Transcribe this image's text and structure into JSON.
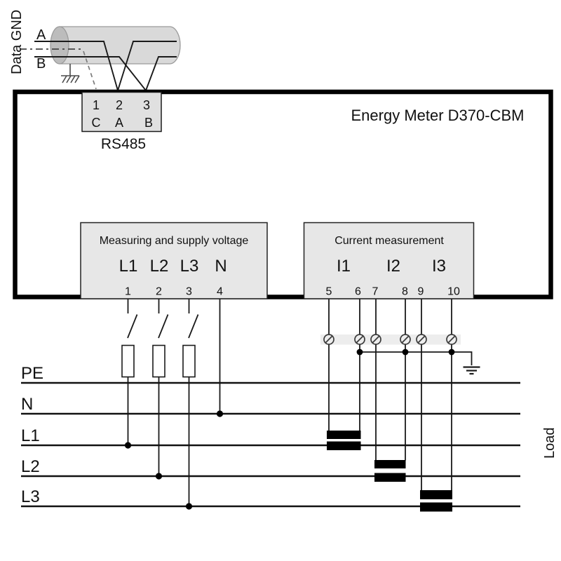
{
  "meter": {
    "title": "Energy Meter D370-CBM"
  },
  "comms": {
    "data_gnd_label": "Data GND",
    "wire_a_label": "A",
    "wire_b_label": "B",
    "rs485_label": "RS485",
    "terminal_numbers": [
      "1",
      "2",
      "3"
    ],
    "terminal_signals": [
      "C",
      "A",
      "B"
    ]
  },
  "voltage_block": {
    "title": "Measuring and supply voltage",
    "inputs": [
      "L1",
      "L2",
      "L3",
      "N"
    ],
    "terminal_numbers": [
      "1",
      "2",
      "3",
      "4"
    ]
  },
  "current_block": {
    "title": "Current measurement",
    "inputs": [
      "I1",
      "I2",
      "I3"
    ],
    "terminal_numbers": [
      "5",
      "6",
      "7",
      "8",
      "9",
      "10"
    ]
  },
  "mains": {
    "bus_labels": [
      "PE",
      "N",
      "L1",
      "L2",
      "L3"
    ],
    "load_label": "Load"
  },
  "colors": {
    "wire": "#1a1a1a",
    "meter_border": "#000000",
    "block_fill": "#e7e7e7",
    "rs485_block_fill": "#e0e0e0",
    "cable_fill": "#d2d2d2",
    "cable_cap_fill": "#bcbcbc",
    "shorting_band_fill": "#ededed",
    "background": "#ffffff"
  }
}
